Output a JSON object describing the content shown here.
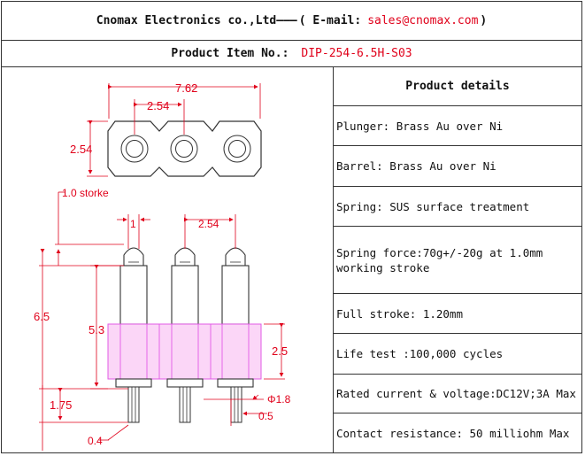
{
  "header": {
    "company": "Cnomax Electronics co.,Ltd",
    "dashes": "———",
    "email_label": "( E-mail:",
    "email": "sales@cnomax.com",
    "email_close": ")"
  },
  "item": {
    "label": "Product Item No.:",
    "value": "DIP-254-6.5H-S03"
  },
  "drawing": {
    "dim_width": "7.62",
    "dim_pitch_top": "2.54",
    "dim_height": "2.54",
    "stroke_label": "1.0 storke",
    "dim_tip": "1",
    "dim_pitch_side": "2.54",
    "dim_total": "6.5",
    "dim_barrel": "5.3",
    "dim_housing": "2.5",
    "dim_tail": "1.75",
    "dim_diameter": "Φ1.8",
    "dim_pin": "0.5",
    "dim_bottom": "0.4"
  },
  "details": {
    "title": "Product details",
    "items": [
      "Plunger: Brass Au over Ni",
      "Barrel: Brass Au over Ni",
      "Spring: SUS surface treatment",
      "Spring force:70g+/-20g at 1.0mm working stroke",
      "Full stroke: 1.20mm",
      "Life test :100,000 cycles",
      "Rated current & voltage:DC12V;3A Max",
      "Contact resistance: 50 milliohm Max"
    ]
  }
}
